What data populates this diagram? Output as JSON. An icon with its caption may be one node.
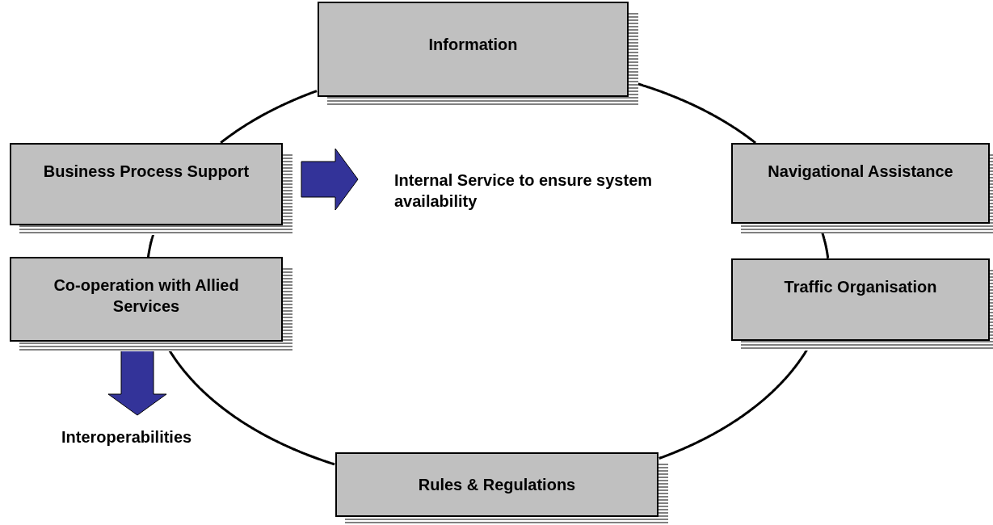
{
  "diagram": {
    "nodes": [
      {
        "text": [
          "Information"
        ]
      },
      {
        "text": [
          "Business Process Support"
        ]
      },
      {
        "text": [
          "Navigational Assistance"
        ]
      },
      {
        "text": [
          "Co-operation with Allied Services"
        ]
      },
      {
        "text": [
          "Traffic Organisation"
        ]
      },
      {
        "text": [
          "Rules & Regulations"
        ]
      },
      {
        "text": [
          "Internal Service to ensure system availability"
        ]
      },
      {
        "text": [
          "Interoperabilities"
        ]
      }
    ],
    "edges": [
      {
        "from": 0,
        "to": 1,
        "arrow": "none"
      },
      {
        "from": 1,
        "to": 3,
        "arrow": "none"
      },
      {
        "from": 3,
        "to": 5,
        "arrow": "none"
      },
      {
        "from": 5,
        "to": 4,
        "arrow": "none"
      },
      {
        "from": 4,
        "to": 2,
        "arrow": "none"
      },
      {
        "from": 2,
        "to": 0,
        "arrow": "none"
      },
      {
        "from": 1,
        "to": 6,
        "arrow": "to",
        "style": "thick",
        "color": "#333399"
      },
      {
        "from": 3,
        "to": 7,
        "arrow": "to",
        "style": "thick",
        "color": "#333399"
      }
    ]
  }
}
